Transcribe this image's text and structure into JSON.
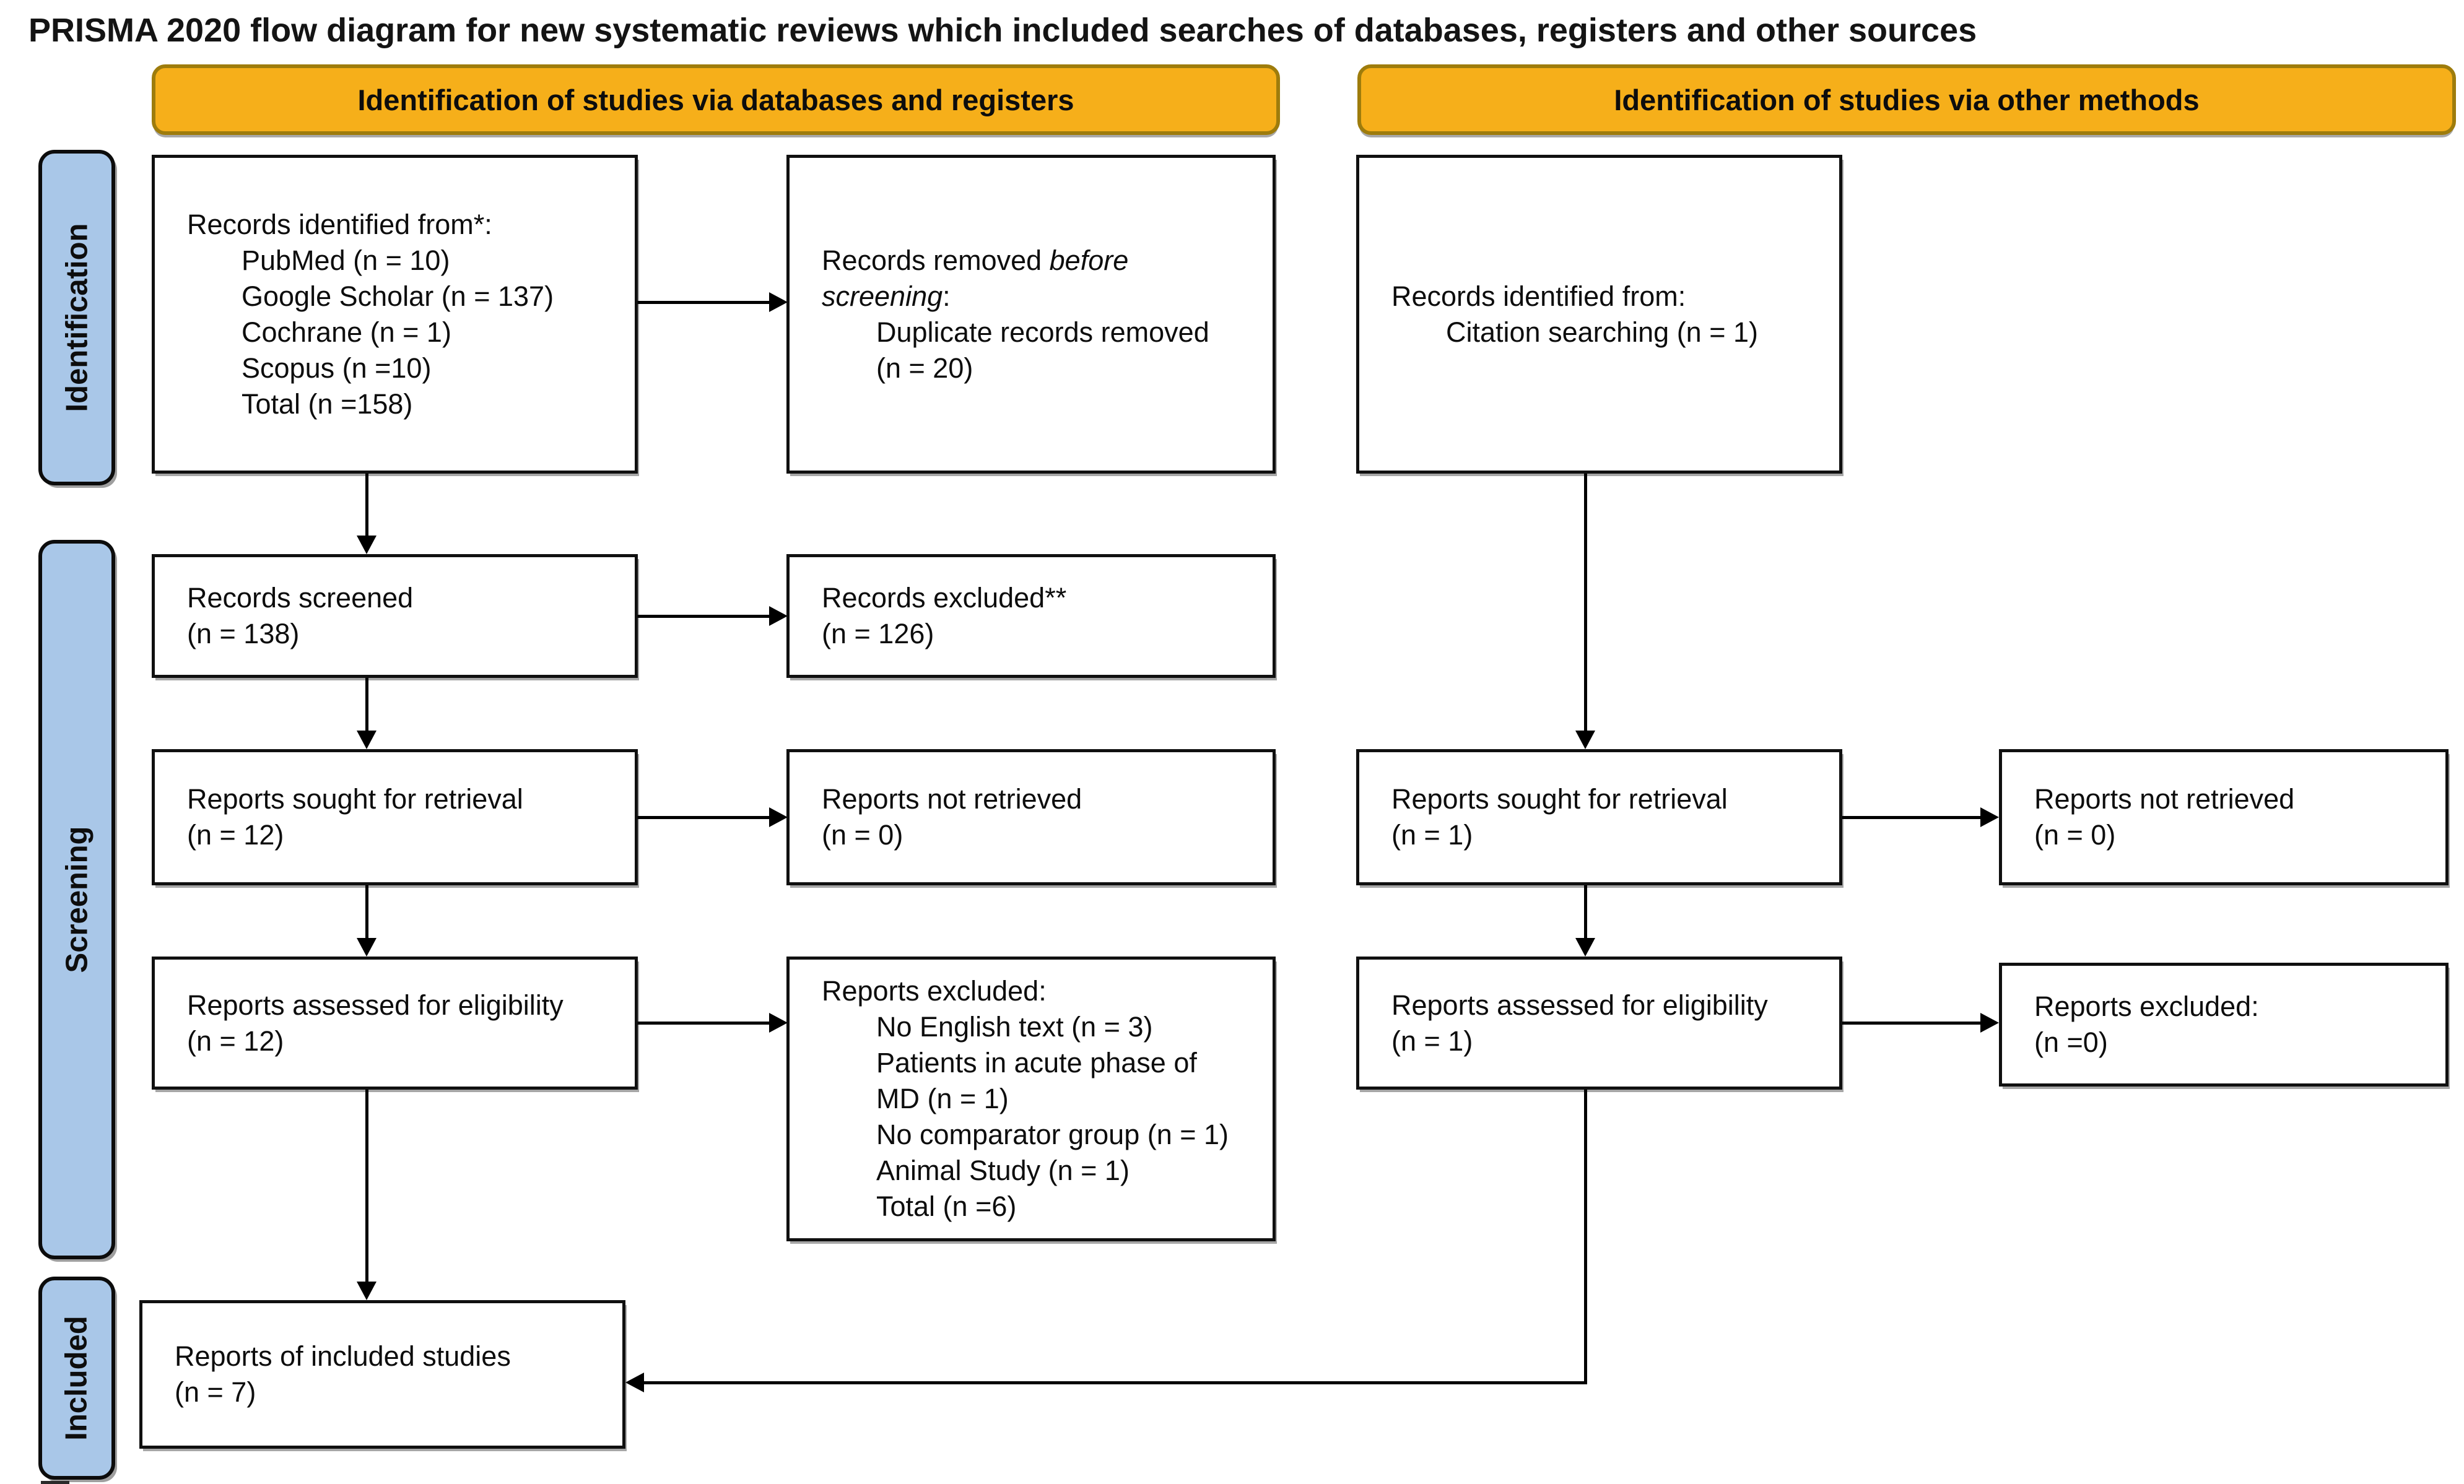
{
  "title": "PRISMA 2020 flow diagram for new systematic reviews which included searches of databases, registers and other sources",
  "headers": {
    "left": "Identification of studies via databases and registers",
    "right": "Identification of studies via other methods"
  },
  "stages": {
    "identification": "Identification",
    "screening": "Screening",
    "included": "Included"
  },
  "colors": {
    "header_fill": "#F6AF1A",
    "header_border": "#9E7C0C",
    "stage_fill": "#A9C7E8",
    "box_border": "#101010",
    "background": "#FFFFFF"
  },
  "boxes": {
    "a1": [
      {
        "t": "Records identified from*:"
      },
      {
        "t": "PubMed (n = 10)",
        "i": 1
      },
      {
        "t": "Google Scholar (n = 137)",
        "i": 1
      },
      {
        "t": "Cochrane (n = 1)",
        "i": 1
      },
      {
        "t": "Scopus (n =10)",
        "i": 1
      },
      {
        "t": "Total (n =158)",
        "i": 1
      }
    ],
    "b1": [
      {
        "seg": [
          {
            "t": "Records removed "
          },
          {
            "t": "before",
            "em": true
          }
        ]
      },
      {
        "seg": [
          {
            "t": "screening",
            "em": true
          },
          {
            "t": ":"
          }
        ]
      },
      {
        "t": "Duplicate records removed",
        "i": 1
      },
      {
        "t": "(n = 20)",
        "i": 1
      }
    ],
    "c1": [
      {
        "t": "Records identified from:"
      },
      {
        "t": "Citation searching (n = 1)",
        "i": 1
      }
    ],
    "a2": [
      {
        "t": "Records screened"
      },
      {
        "t": "(n = 138)"
      }
    ],
    "b2": [
      {
        "t": "Records excluded**"
      },
      {
        "t": "(n = 126)"
      }
    ],
    "a3": [
      {
        "t": "Reports sought for retrieval"
      },
      {
        "t": "(n = 12)"
      }
    ],
    "b3": [
      {
        "t": "Reports not retrieved"
      },
      {
        "t": "(n = 0)"
      }
    ],
    "c3": [
      {
        "t": "Reports sought for retrieval"
      },
      {
        "t": "(n = 1)"
      }
    ],
    "d3": [
      {
        "t": "Reports not retrieved"
      },
      {
        "t": "(n = 0)"
      }
    ],
    "a4": [
      {
        "t": "Reports assessed for eligibility"
      },
      {
        "t": "(n = 12)"
      }
    ],
    "b4": [
      {
        "t": "Reports excluded:"
      },
      {
        "t": "No English text (n = 3)",
        "i": 1
      },
      {
        "t": "Patients in acute phase of",
        "i": 1
      },
      {
        "t": "MD (n = 1)",
        "i": 1
      },
      {
        "t": "No comparator group (n = 1)",
        "i": 1
      },
      {
        "t": "Animal Study (n = 1)",
        "i": 1
      },
      {
        "t": "Total (n =6)",
        "i": 1
      }
    ],
    "c4": [
      {
        "t": "Reports assessed for eligibility"
      },
      {
        "t": "(n = 1)"
      }
    ],
    "d4": [
      {
        "t": "Reports excluded:"
      },
      {
        "t": "(n =0)"
      }
    ],
    "a5": [
      {
        "t": "Reports of included studies"
      },
      {
        "t": "(n = 7)"
      }
    ]
  }
}
